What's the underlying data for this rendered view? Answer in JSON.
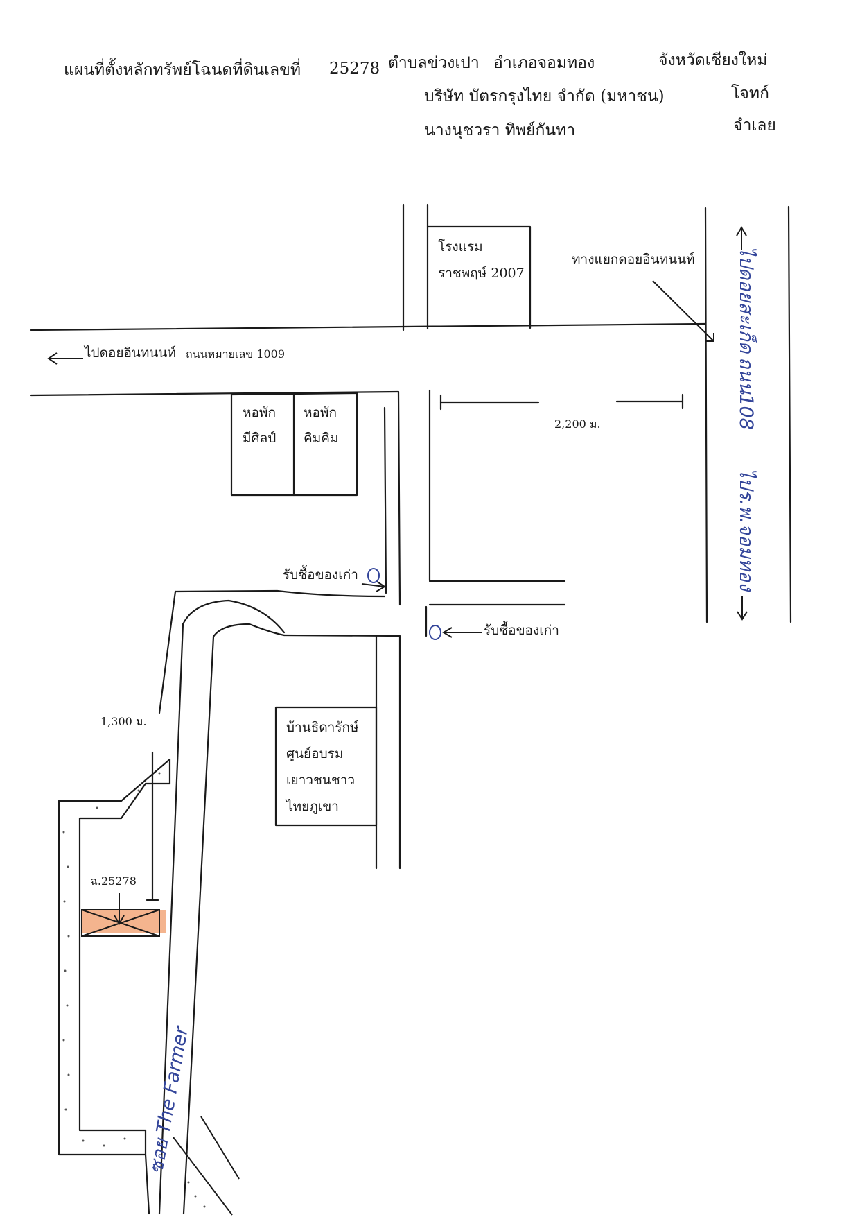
{
  "header": {
    "title": "แผนที่ตั้งหลักทรัพย์โฉนดที่ดินเลขที่",
    "deed_number": "25278",
    "subdistrict": "ตำบลข่วงเปา",
    "district": "อำเภอจอมทอง",
    "province": "จังหวัดเชียงใหม่",
    "plaintiff_name": "บริษัท บัตรกรุงไทย จำกัด (มหาชน)",
    "plaintiff_role": "โจทก์",
    "defendant_name": "นางนุชวรา ทิพย์กันทา",
    "defendant_role": "จำเลย"
  },
  "map": {
    "hotel_line1": "โรงแรม",
    "hotel_line2": "ราชพฤษ์ 2007",
    "junction": "ทางแยกดอยอินทนนท์",
    "to_doi_inthanon": "ไปดอยอินทนนท์",
    "road_1009": "ถนนหมายเลข 1009",
    "dorm1_line1": "หอพัก",
    "dorm1_line2": "มีศิลป์",
    "dorm2_line1": "หอพัก",
    "dorm2_line2": "คิมคิม",
    "distance_2200": "2,200 ม.",
    "junk_shop_left": "รับซื้อของเก่า",
    "junk_shop_right": "รับซื้อของเก่า",
    "distance_1300": "1,300 ม.",
    "foundation_line1": "บ้านธิดารักษ์",
    "foundation_line2": "ศูนย์อบรม",
    "foundation_line3": "เยาวชนชาว",
    "foundation_line4": "ไทยภูเขา",
    "deed_marker": "ฉ.25278",
    "hw108_north": "ไปดอยสะเก็ด",
    "hw108_name": "ถนน108",
    "hw108_south": "ไปร.พ.จอมทอง",
    "soi_farmer": "ซอย The Farmer"
  },
  "colors": {
    "line": "#1a1a1a",
    "ink_blue": "#33459a",
    "parcel_highlight": "#f2a77a"
  }
}
